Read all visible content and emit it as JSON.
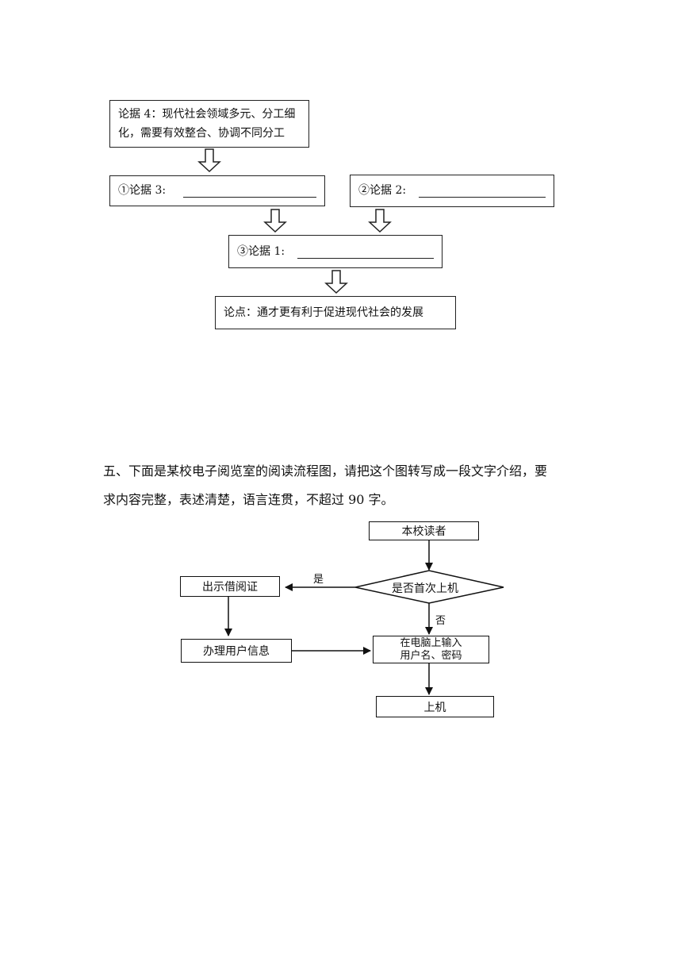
{
  "argument_diagram": {
    "box4_line1": "论据 4：现代社会领域多元、分工细",
    "box4_line2": "化，需要有效整合、协调不同分工",
    "box3_label": "①论据 3:",
    "box2_label": "②论据 2:",
    "box1_label": "③论据 1:",
    "thesis": "论点：通才更有利于促进现代社会的发展"
  },
  "question": {
    "line1": "五、下面是某校电子阅览室的阅读流程图，请把这个图转写成一段文字介绍，要",
    "line2": "求内容完整，表述清楚，语言连贯，不超过 90 字。"
  },
  "flowchart": {
    "start": "本校读者",
    "decision": "是否首次上机",
    "yes_label": "是",
    "no_label": "否",
    "show_card": "出示借阅证",
    "register": "办理用户信息",
    "input_line1": "在电脑上输入",
    "input_line2": "用户名、密码",
    "end": "上机"
  }
}
